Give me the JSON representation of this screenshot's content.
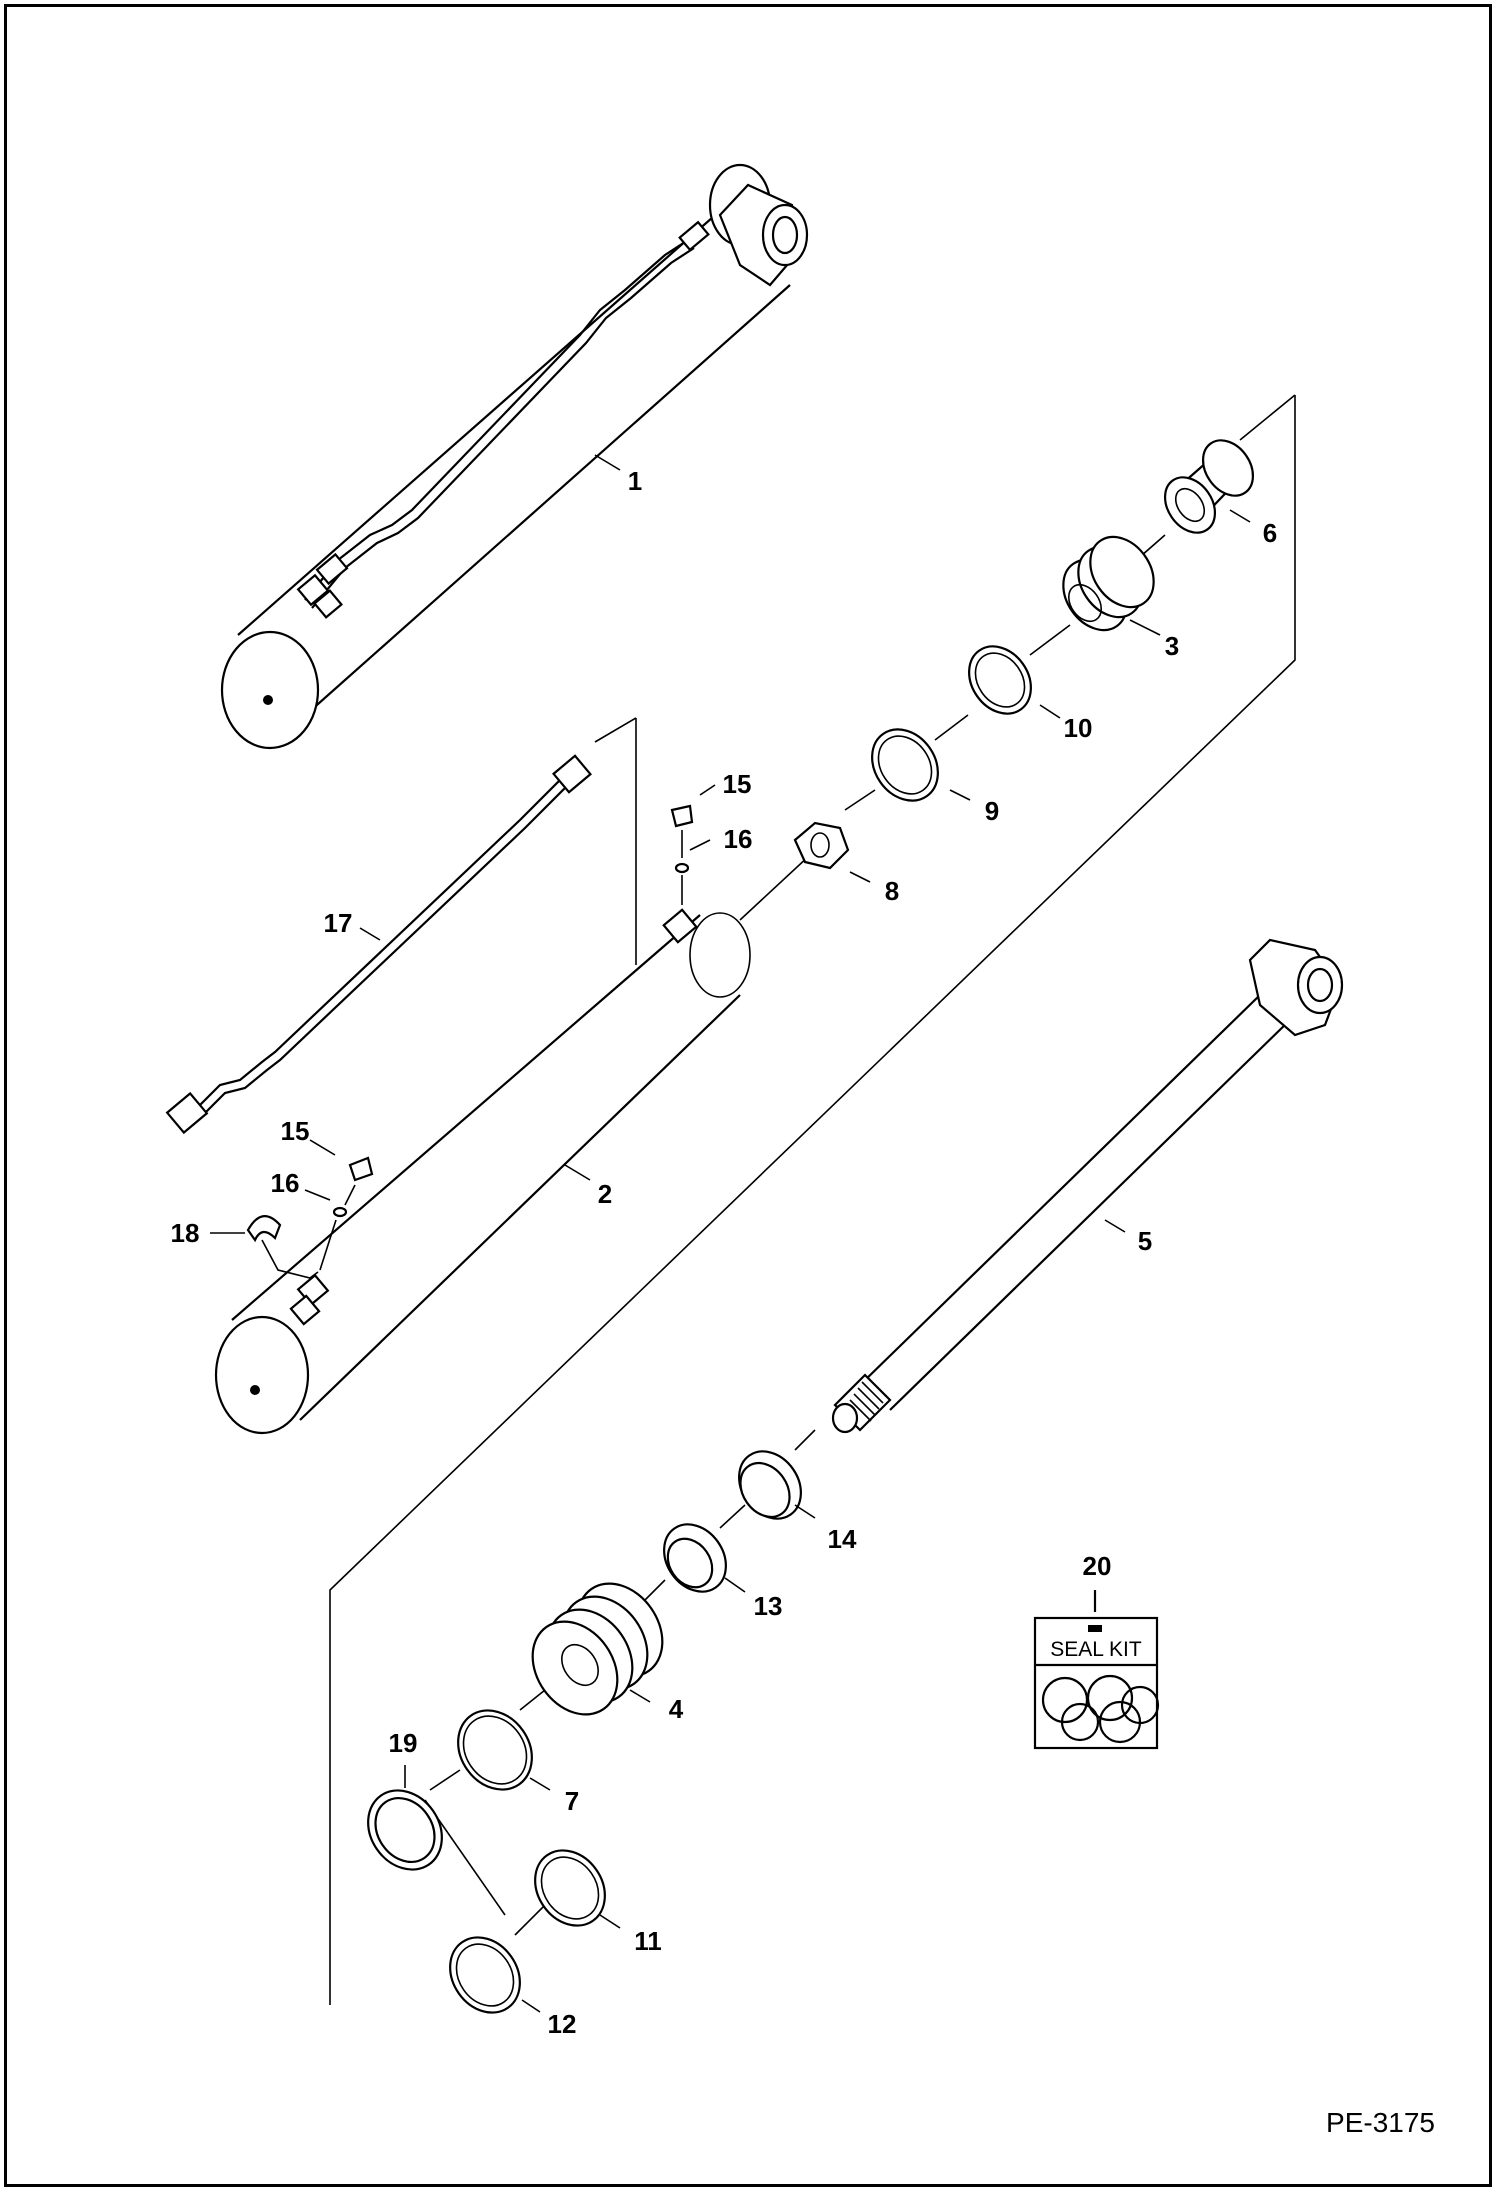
{
  "document_id": "PE-3175",
  "seal_kit_label": "SEAL KIT",
  "callouts": [
    {
      "key": "c1",
      "text": "1"
    },
    {
      "key": "c2",
      "text": "2"
    },
    {
      "key": "c3",
      "text": "3"
    },
    {
      "key": "c4",
      "text": "4"
    },
    {
      "key": "c5",
      "text": "5"
    },
    {
      "key": "c6",
      "text": "6"
    },
    {
      "key": "c7",
      "text": "7"
    },
    {
      "key": "c8",
      "text": "8"
    },
    {
      "key": "c9",
      "text": "9"
    },
    {
      "key": "c10",
      "text": "10"
    },
    {
      "key": "c11",
      "text": "11"
    },
    {
      "key": "c12",
      "text": "12"
    },
    {
      "key": "c13",
      "text": "13"
    },
    {
      "key": "c14",
      "text": "14"
    },
    {
      "key": "c15a",
      "text": "15"
    },
    {
      "key": "c16a",
      "text": "16"
    },
    {
      "key": "c15b",
      "text": "15"
    },
    {
      "key": "c16b",
      "text": "16"
    },
    {
      "key": "c17",
      "text": "17"
    },
    {
      "key": "c18",
      "text": "18"
    },
    {
      "key": "c19",
      "text": "19"
    },
    {
      "key": "c20",
      "text": "20"
    }
  ]
}
